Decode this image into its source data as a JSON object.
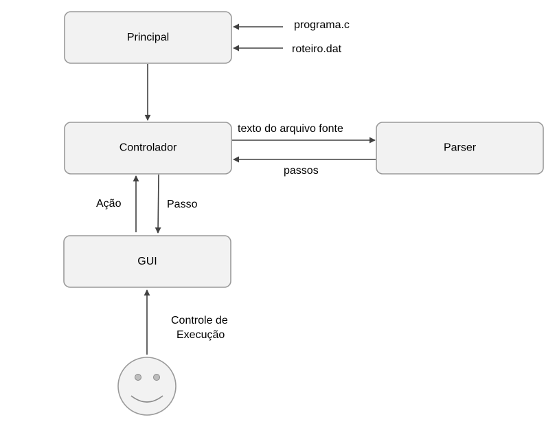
{
  "nodes": {
    "principal": "Principal",
    "controlador": "Controlador",
    "parser": "Parser",
    "gui": "GUI"
  },
  "inputs": {
    "programa": "programa.c",
    "roteiro": "roteiro.dat"
  },
  "edges": {
    "texto_fonte": "texto do arquivo fonte",
    "passos": "passos",
    "acao": "Ação",
    "passo": "Passo",
    "controle_line1": "Controle de",
    "controle_line2": "Execução"
  },
  "actor": {
    "icon": "smiley-face-icon"
  },
  "colors": {
    "box_fill": "#f2f2f2",
    "box_stroke": "#9a9a9a",
    "arrow": "#404040"
  }
}
